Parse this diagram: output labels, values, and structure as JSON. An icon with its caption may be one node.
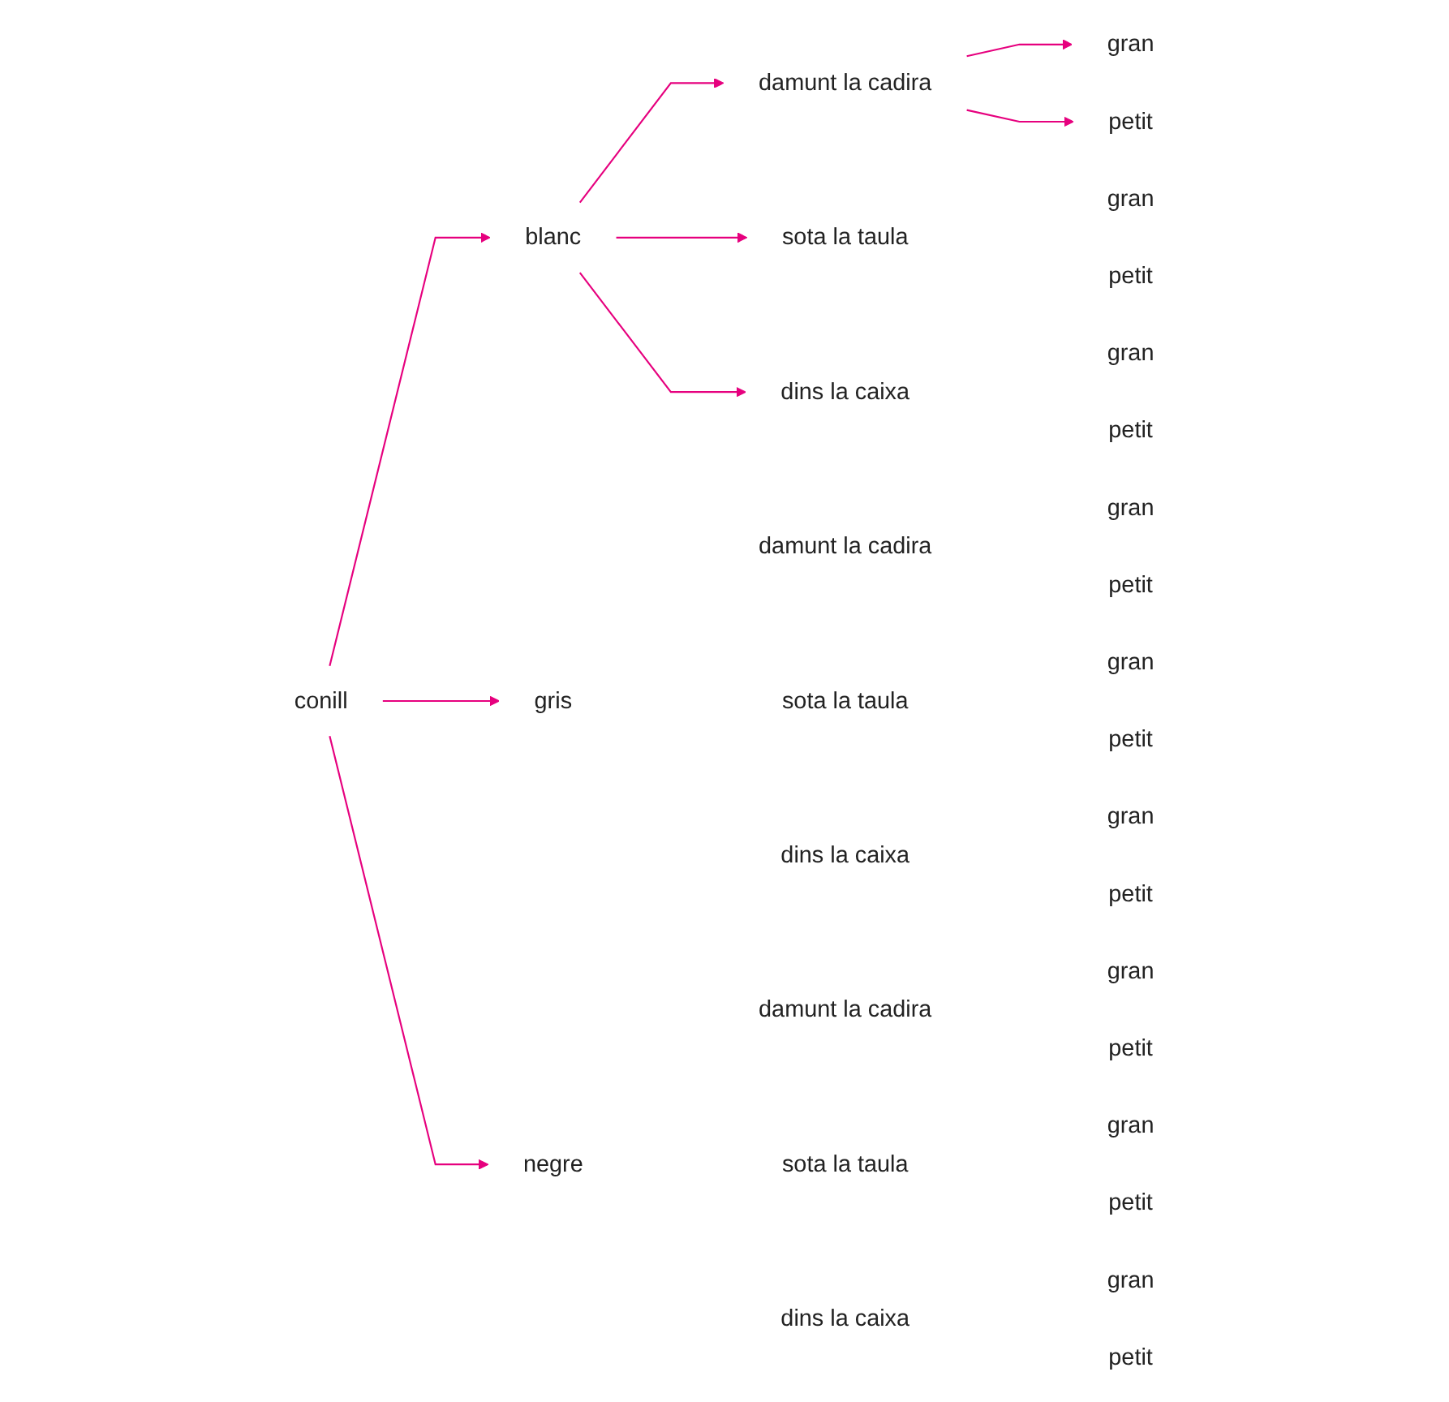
{
  "diagram": {
    "nodes": [
      {
        "text": [
          "conill"
        ]
      },
      {
        "text": [
          "blanc"
        ]
      },
      {
        "text": [
          "gris"
        ]
      },
      {
        "text": [
          "negre"
        ]
      },
      {
        "text": [
          "damunt la cadira"
        ]
      },
      {
        "text": [
          "sota la taula"
        ]
      },
      {
        "text": [
          "dins la caixa"
        ]
      },
      {
        "text": [
          "damunt la cadira"
        ]
      },
      {
        "text": [
          "sota la taula"
        ]
      },
      {
        "text": [
          "dins la caixa"
        ]
      },
      {
        "text": [
          "damunt la cadira"
        ]
      },
      {
        "text": [
          "sota la taula"
        ]
      },
      {
        "text": [
          "dins la caixa"
        ]
      },
      {
        "text": [
          "gran"
        ]
      },
      {
        "text": [
          "petit"
        ]
      },
      {
        "text": [
          "gran"
        ]
      },
      {
        "text": [
          "petit"
        ]
      },
      {
        "text": [
          "gran"
        ]
      },
      {
        "text": [
          "petit"
        ]
      },
      {
        "text": [
          "gran"
        ]
      },
      {
        "text": [
          "petit"
        ]
      },
      {
        "text": [
          "gran"
        ]
      },
      {
        "text": [
          "petit"
        ]
      },
      {
        "text": [
          "gran"
        ]
      },
      {
        "text": [
          "petit"
        ]
      },
      {
        "text": [
          "gran"
        ]
      },
      {
        "text": [
          "petit"
        ]
      },
      {
        "text": [
          "gran"
        ]
      },
      {
        "text": [
          "petit"
        ]
      },
      {
        "text": [
          "gran"
        ]
      },
      {
        "text": [
          "petit"
        ]
      }
    ],
    "edges": [
      {
        "from": 0,
        "to": 1,
        "arrow": "to"
      },
      {
        "from": 0,
        "to": 2,
        "arrow": "to"
      },
      {
        "from": 0,
        "to": 3,
        "arrow": "to"
      },
      {
        "from": 1,
        "to": 4,
        "arrow": "to"
      },
      {
        "from": 1,
        "to": 5,
        "arrow": "to"
      },
      {
        "from": 1,
        "to": 6,
        "arrow": "to"
      },
      {
        "from": 4,
        "to": 13,
        "arrow": "to"
      },
      {
        "from": 4,
        "to": 14,
        "arrow": "to"
      }
    ]
  }
}
